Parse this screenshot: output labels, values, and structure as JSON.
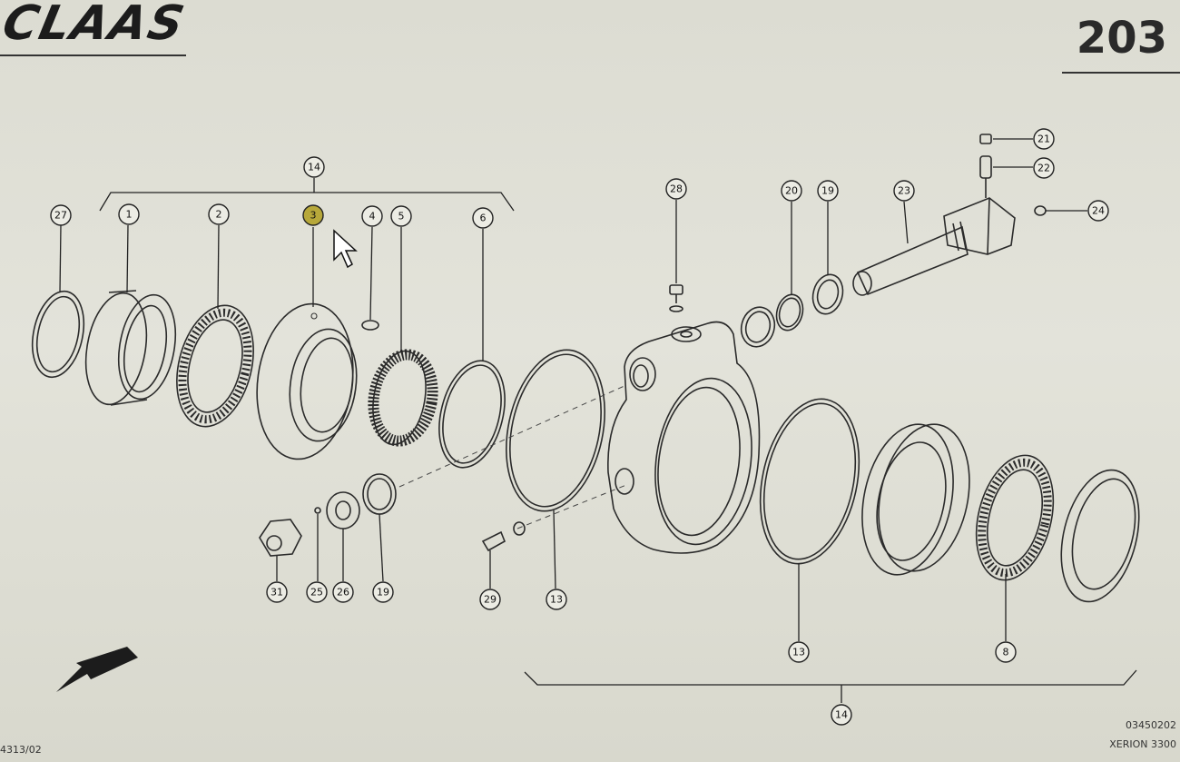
{
  "header": {
    "brand": "CLAAS",
    "page_number": "203"
  },
  "footer": {
    "left_code": "4313/02",
    "right_code": "03450202",
    "model": "XERION 3300"
  },
  "callouts": [
    {
      "id": "c27",
      "label": "27"
    },
    {
      "id": "c1",
      "label": "1"
    },
    {
      "id": "c2",
      "label": "2"
    },
    {
      "id": "c3",
      "label": "3"
    },
    {
      "id": "c4",
      "label": "4"
    },
    {
      "id": "c5",
      "label": "5"
    },
    {
      "id": "c6",
      "label": "6"
    },
    {
      "id": "c14top",
      "label": "14"
    },
    {
      "id": "c28",
      "label": "28"
    },
    {
      "id": "c20",
      "label": "20"
    },
    {
      "id": "c19a",
      "label": "19"
    },
    {
      "id": "c23",
      "label": "23"
    },
    {
      "id": "c21",
      "label": "21"
    },
    {
      "id": "c22",
      "label": "22"
    },
    {
      "id": "c24",
      "label": "24"
    },
    {
      "id": "c31",
      "label": "31"
    },
    {
      "id": "c25",
      "label": "25"
    },
    {
      "id": "c26",
      "label": "26"
    },
    {
      "id": "c19b",
      "label": "19"
    },
    {
      "id": "c29",
      "label": "29"
    },
    {
      "id": "c13a",
      "label": "13"
    },
    {
      "id": "c13b",
      "label": "13"
    },
    {
      "id": "c8",
      "label": "8"
    },
    {
      "id": "c14bottom",
      "label": "14"
    }
  ],
  "colors": {
    "paper": "#dcdcd2",
    "ink": "#2b2b2b",
    "highlight": "#b7a83a"
  },
  "icons": {
    "cursor": "mouse-pointer-icon",
    "direction": "arrow-down-left-icon"
  }
}
